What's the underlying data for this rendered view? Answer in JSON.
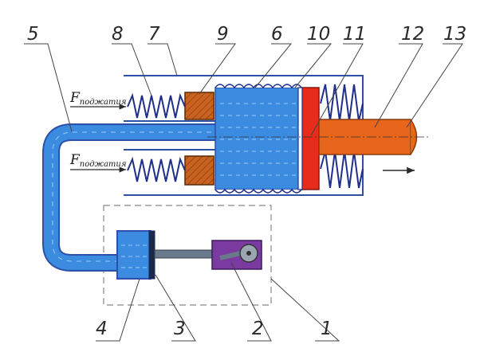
{
  "callouts": {
    "c1": "1",
    "c2": "2",
    "c3": "3",
    "c4": "4",
    "c5": "5",
    "c6": "6",
    "c7": "7",
    "c8": "8",
    "c9": "9",
    "c10": "10",
    "c11": "11",
    "c12": "12",
    "c13": "13"
  },
  "force_label": {
    "main": "F",
    "sub": "поджатия"
  },
  "colors": {
    "fluid": "#2f7fd6",
    "fluid_light": "#5aa3ea",
    "outline": "#2d4fa8",
    "piston": "#e82c1c",
    "rod": "#e8661c",
    "seal": "#b5561c",
    "spring": "#1f2f8a",
    "motor": "#7a3aa0",
    "link": "#6a7a8a",
    "frame_dash": "#888888"
  }
}
